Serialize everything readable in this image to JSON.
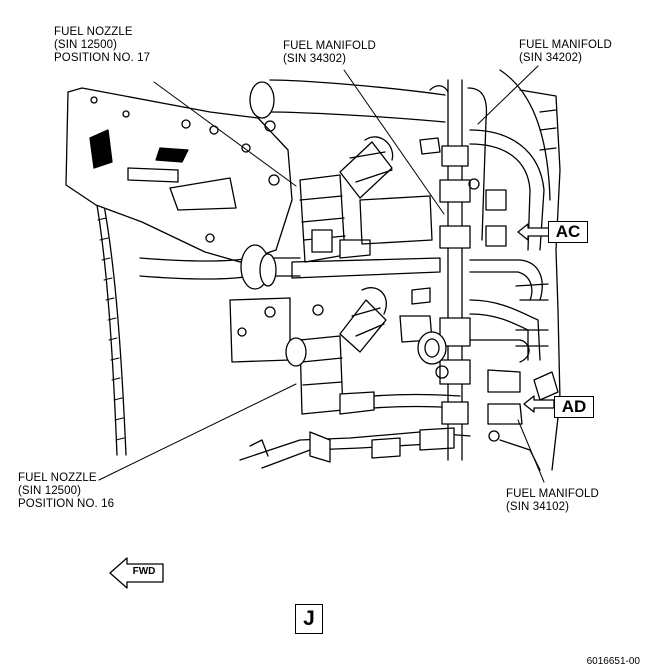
{
  "callouts": {
    "nozzle_17": {
      "line1": "FUEL NOZZLE",
      "line2": "(SIN 12500)",
      "line3": "POSITION NO. 17"
    },
    "manifold_34302": {
      "line1": "FUEL MANIFOLD",
      "line2": "(SIN 34302)"
    },
    "manifold_34202": {
      "line1": "FUEL MANIFOLD",
      "line2": "(SIN 34202)"
    },
    "nozzle_16": {
      "line1": "FUEL NOZZLE",
      "line2": "(SIN 12500)",
      "line3": "POSITION NO. 16"
    },
    "manifold_34102": {
      "line1": "FUEL MANIFOLD",
      "line2": "(SIN 34102)"
    }
  },
  "view_tags": {
    "ac": "AC",
    "ad": "AD"
  },
  "direction": {
    "label": "FWD"
  },
  "view_letter": "J",
  "drawing_id": "6016651-00"
}
